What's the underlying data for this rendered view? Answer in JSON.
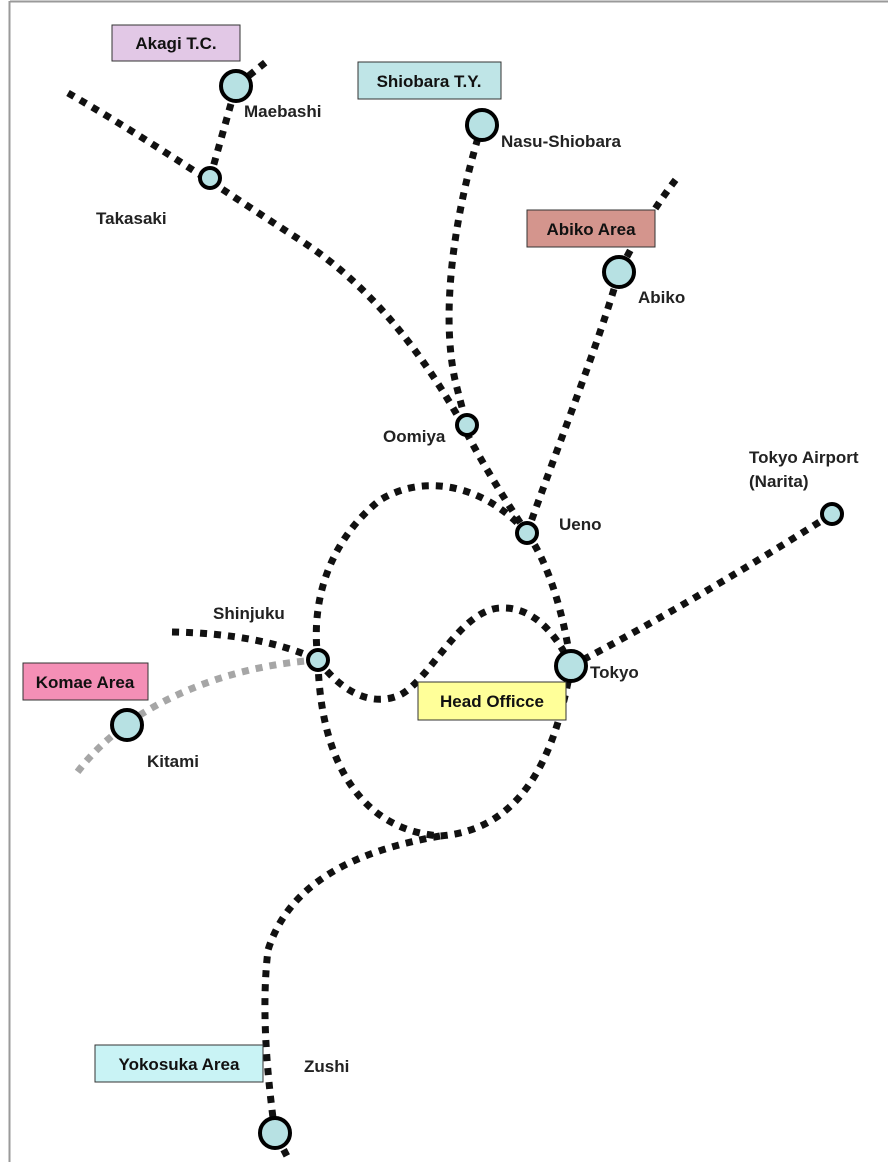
{
  "colors": {
    "station_fill": "#b7e1e3",
    "line": "#111111",
    "line_planned": "#a6a6a6",
    "akagi_box": "#e2c8e6",
    "shiobara_box": "#bfe5e7",
    "abiko_box": "#d4958d",
    "komae_box": "#f48fb6",
    "head_office_box": "#ffff99",
    "yokosuka_box": "#c9f3f5"
  },
  "areas": {
    "akagi": "Akagi T.C.",
    "shiobara": "Shiobara T.Y.",
    "abiko": "Abiko Area",
    "komae": "Komae Area",
    "head_office": "Head Officce",
    "yokosuka": "Yokosuka Area"
  },
  "stations": {
    "maebashi": "Maebashi",
    "takasaki": "Takasaki",
    "nasu_shiobara": "Nasu-Shiobara",
    "abiko": "Abiko",
    "oomiya": "Oomiya",
    "ueno": "Ueno",
    "tokyo_airport_line1": "Tokyo Airport",
    "tokyo_airport_line2": "(Narita)",
    "shinjuku": "Shinjuku",
    "tokyo": "Tokyo",
    "kitami": "Kitami",
    "zushi": "Zushi"
  }
}
